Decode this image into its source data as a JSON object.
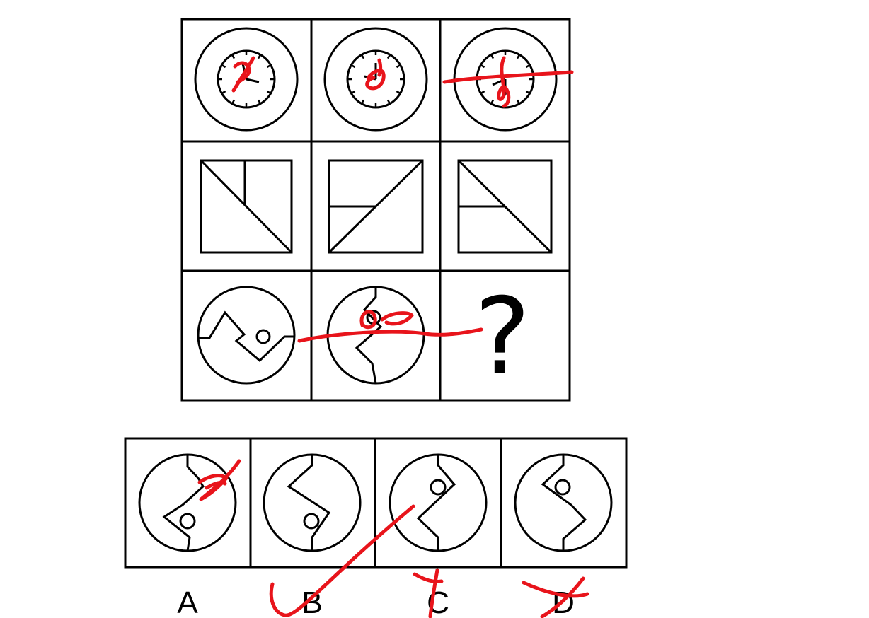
{
  "puzzle": {
    "question_mark": "?",
    "options": [
      {
        "letter": "A"
      },
      {
        "letter": "B"
      },
      {
        "letter": "C"
      },
      {
        "letter": "D"
      }
    ]
  },
  "colors": {
    "ink": "#000000",
    "annotation": "#e8141b",
    "background": "#ffffff"
  }
}
